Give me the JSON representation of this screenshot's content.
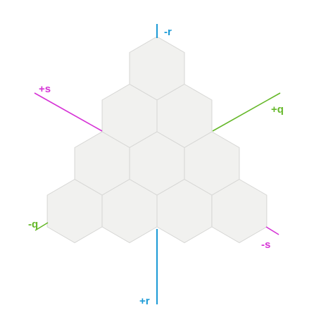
{
  "diagram": {
    "type": "hexagonal-grid-triangle",
    "rows": [
      1,
      2,
      3,
      4
    ],
    "hex_fill": "#f1f1ef",
    "hex_stroke": "#d6d6d4",
    "axes": {
      "r": {
        "color": "#1a9ad6",
        "neg_label": "-r",
        "pos_label": "+r"
      },
      "q": {
        "color": "#66b82a",
        "neg_label": "-q",
        "pos_label": "+q"
      },
      "s": {
        "color": "#d633d6",
        "neg_label": "-s",
        "pos_label": "+s"
      }
    }
  }
}
